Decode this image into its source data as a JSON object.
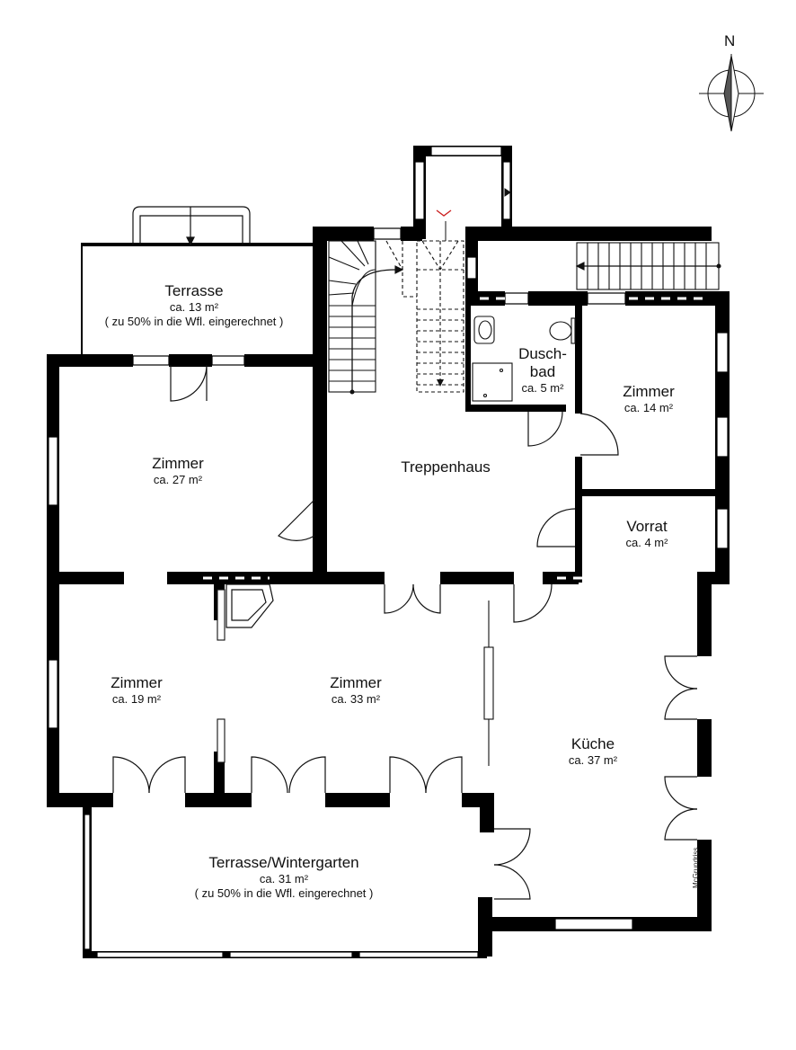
{
  "compass": {
    "label": "N",
    "icon": "north-arrow-icon"
  },
  "brand": "McGrundriss",
  "rooms": [
    {
      "id": "terrasse-top",
      "name": "Terrasse",
      "area": "ca. 13 m²",
      "note": "( zu 50% in die Wfl. eingerechnet )"
    },
    {
      "id": "duschbad",
      "name": "Dusch-",
      "name2": "bad",
      "area": "ca. 5 m²"
    },
    {
      "id": "zimmer-14",
      "name": "Zimmer",
      "area": "ca. 14 m²"
    },
    {
      "id": "zimmer-27",
      "name": "Zimmer",
      "area": "ca. 27 m²"
    },
    {
      "id": "treppenhaus",
      "name": "Treppenhaus"
    },
    {
      "id": "vorrat",
      "name": "Vorrat",
      "area": "ca. 4 m²"
    },
    {
      "id": "zimmer-19",
      "name": "Zimmer",
      "area": "ca. 19 m²"
    },
    {
      "id": "zimmer-33",
      "name": "Zimmer",
      "area": "ca. 33 m²"
    },
    {
      "id": "kueche",
      "name": "Küche",
      "area": "ca. 37 m²"
    },
    {
      "id": "wintergarten",
      "name": "Terrasse/Wintergarten",
      "area": "ca. 31 m²",
      "note": "( zu 50% in die Wfl. eingerechnet )"
    }
  ],
  "colors": {
    "wall": "#000000",
    "line": "#111111",
    "window_fill": "#ffffff",
    "accent": "#cc2222"
  }
}
